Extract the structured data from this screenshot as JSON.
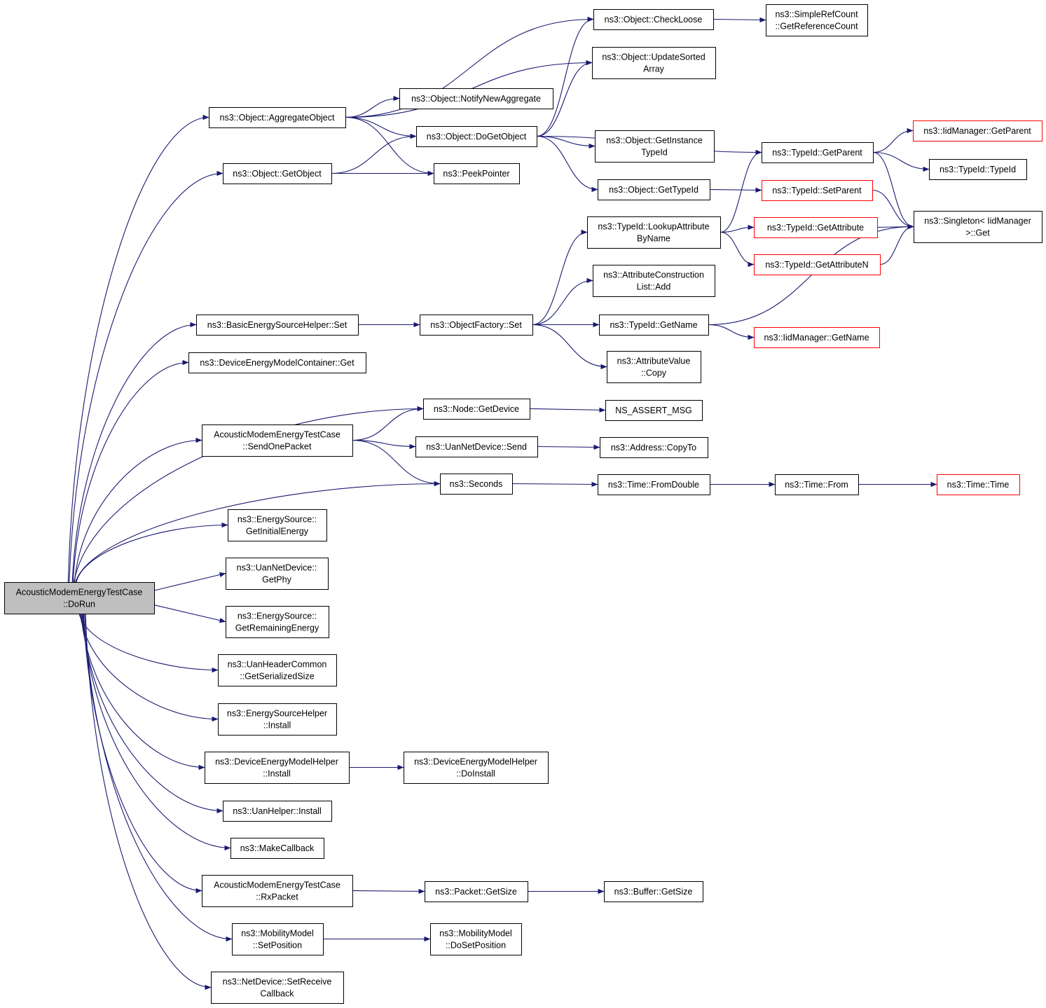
{
  "colors": {
    "edge": "#191970",
    "node_border": "#000000",
    "node_border_truncated": "#ff0000",
    "root_fill": "#bfbfbf",
    "node_fill": "#ffffff"
  },
  "nodes": [
    {
      "id": "root",
      "lines": [
        "AcousticModemEnergyTestCase",
        "::DoRun"
      ],
      "style": "root"
    },
    {
      "id": "aggregate",
      "lines": [
        "ns3::Object::AggregateObject"
      ]
    },
    {
      "id": "getobject",
      "lines": [
        "ns3::Object::GetObject"
      ]
    },
    {
      "id": "bes_set",
      "lines": [
        "ns3::BasicEnergySourceHelper::Set"
      ]
    },
    {
      "id": "demc_get",
      "lines": [
        "ns3::DeviceEnergyModelContainer::Get"
      ]
    },
    {
      "id": "sendone",
      "lines": [
        "AcousticModemEnergyTestCase",
        "::SendOnePacket"
      ]
    },
    {
      "id": "getinit",
      "lines": [
        "ns3::EnergySource::",
        "GetInitialEnergy"
      ]
    },
    {
      "id": "getphy",
      "lines": [
        "ns3::UanNetDevice::",
        "GetPhy"
      ]
    },
    {
      "id": "getrem",
      "lines": [
        "ns3::EnergySource::",
        "GetRemainingEnergy"
      ]
    },
    {
      "id": "uanhdr",
      "lines": [
        "ns3::UanHeaderCommon",
        "::GetSerializedSize"
      ]
    },
    {
      "id": "esh_install",
      "lines": [
        "ns3::EnergySourceHelper",
        "::Install"
      ]
    },
    {
      "id": "demh_install",
      "lines": [
        "ns3::DeviceEnergyModelHelper",
        "::Install"
      ]
    },
    {
      "id": "uanhelper",
      "lines": [
        "ns3::UanHelper::Install"
      ]
    },
    {
      "id": "makecb",
      "lines": [
        "ns3::MakeCallback"
      ]
    },
    {
      "id": "rxpacket",
      "lines": [
        "AcousticModemEnergyTestCase",
        "::RxPacket"
      ]
    },
    {
      "id": "mm_setpos",
      "lines": [
        "ns3::MobilityModel",
        "::SetPosition"
      ]
    },
    {
      "id": "nd_setrecv",
      "lines": [
        "ns3::NetDevice::SetReceive",
        "Callback"
      ]
    },
    {
      "id": "notifynew",
      "lines": [
        "ns3::Object::NotifyNewAggregate"
      ]
    },
    {
      "id": "dogetobject",
      "lines": [
        "ns3::Object::DoGetObject"
      ]
    },
    {
      "id": "peek",
      "lines": [
        "ns3::PeekPointer"
      ]
    },
    {
      "id": "of_set",
      "lines": [
        "ns3::ObjectFactory::Set"
      ]
    },
    {
      "id": "node_getdev",
      "lines": [
        "ns3::Node::GetDevice"
      ]
    },
    {
      "id": "uan_send",
      "lines": [
        "ns3::UanNetDevice::Send"
      ]
    },
    {
      "id": "seconds",
      "lines": [
        "ns3::Seconds"
      ]
    },
    {
      "id": "demh_doinstall",
      "lines": [
        "ns3::DeviceEnergyModelHelper",
        "::DoInstall"
      ]
    },
    {
      "id": "pkt_getsize",
      "lines": [
        "ns3::Packet::GetSize"
      ]
    },
    {
      "id": "mm_dosetpos",
      "lines": [
        "ns3::MobilityModel",
        "::DoSetPosition"
      ]
    },
    {
      "id": "checkloose",
      "lines": [
        "ns3::Object::CheckLoose"
      ]
    },
    {
      "id": "updatesorted",
      "lines": [
        "ns3::Object::UpdateSorted",
        "Array"
      ]
    },
    {
      "id": "getinstance",
      "lines": [
        "ns3::Object::GetInstance",
        "TypeId"
      ]
    },
    {
      "id": "obj_gettypeid",
      "lines": [
        "ns3::Object::GetTypeId"
      ]
    },
    {
      "id": "lookupattr",
      "lines": [
        "ns3::TypeId::LookupAttribute",
        "ByName"
      ]
    },
    {
      "id": "acl_add",
      "lines": [
        "ns3::AttributeConstruction",
        "List::Add"
      ]
    },
    {
      "id": "tid_getname",
      "lines": [
        "ns3::TypeId::GetName"
      ]
    },
    {
      "id": "av_copy",
      "lines": [
        "ns3::AttributeValue",
        "::Copy"
      ]
    },
    {
      "id": "assertmsg",
      "lines": [
        "NS_ASSERT_MSG"
      ]
    },
    {
      "id": "addr_copyto",
      "lines": [
        "ns3::Address::CopyTo"
      ]
    },
    {
      "id": "fromdouble",
      "lines": [
        "ns3::Time::FromDouble"
      ]
    },
    {
      "id": "buf_getsize",
      "lines": [
        "ns3::Buffer::GetSize"
      ]
    },
    {
      "id": "getrefcount",
      "lines": [
        "ns3::SimpleRefCount",
        "::GetReferenceCount"
      ]
    },
    {
      "id": "tid_getparent",
      "lines": [
        "ns3::TypeId::GetParent"
      ]
    },
    {
      "id": "tid_setparent",
      "lines": [
        "ns3::TypeId::SetParent"
      ],
      "style": "truncated"
    },
    {
      "id": "tid_getattr",
      "lines": [
        "ns3::TypeId::GetAttribute"
      ],
      "style": "truncated"
    },
    {
      "id": "tid_getattrn",
      "lines": [
        "ns3::TypeId::GetAttributeN"
      ],
      "style": "truncated"
    },
    {
      "id": "iid_getname",
      "lines": [
        "ns3::IidManager::GetName"
      ],
      "style": "truncated"
    },
    {
      "id": "time_from",
      "lines": [
        "ns3::Time::From"
      ]
    },
    {
      "id": "iid_getparent",
      "lines": [
        "ns3::IidManager::GetParent"
      ],
      "style": "truncated"
    },
    {
      "id": "tid_typeid",
      "lines": [
        "ns3::TypeId::TypeId"
      ]
    },
    {
      "id": "singleton_get",
      "lines": [
        "ns3::Singleton< IidManager",
        " >::Get"
      ]
    },
    {
      "id": "time_time",
      "lines": [
        "ns3::Time::Time"
      ],
      "style": "truncated"
    }
  ],
  "edges": [
    [
      "root",
      "aggregate"
    ],
    [
      "root",
      "getobject"
    ],
    [
      "root",
      "bes_set"
    ],
    [
      "root",
      "demc_get"
    ],
    [
      "root",
      "node_getdev"
    ],
    [
      "root",
      "sendone"
    ],
    [
      "root",
      "seconds"
    ],
    [
      "root",
      "getinit"
    ],
    [
      "root",
      "getphy"
    ],
    [
      "root",
      "getrem"
    ],
    [
      "root",
      "uanhdr"
    ],
    [
      "root",
      "esh_install"
    ],
    [
      "root",
      "demh_install"
    ],
    [
      "root",
      "uanhelper"
    ],
    [
      "root",
      "makecb"
    ],
    [
      "root",
      "rxpacket"
    ],
    [
      "root",
      "mm_setpos"
    ],
    [
      "root",
      "nd_setrecv"
    ],
    [
      "aggregate",
      "checkloose"
    ],
    [
      "aggregate",
      "updatesorted"
    ],
    [
      "aggregate",
      "notifynew"
    ],
    [
      "aggregate",
      "dogetobject"
    ],
    [
      "aggregate",
      "peek"
    ],
    [
      "getobject",
      "dogetobject"
    ],
    [
      "getobject",
      "peek"
    ],
    [
      "dogetobject",
      "checkloose"
    ],
    [
      "dogetobject",
      "updatesorted"
    ],
    [
      "dogetobject",
      "tid_getparent"
    ],
    [
      "dogetobject",
      "getinstance"
    ],
    [
      "dogetobject",
      "obj_gettypeid"
    ],
    [
      "checkloose",
      "getrefcount"
    ],
    [
      "tid_getparent",
      "iid_getparent"
    ],
    [
      "tid_getparent",
      "tid_typeid"
    ],
    [
      "tid_getparent",
      "singleton_get"
    ],
    [
      "obj_gettypeid",
      "tid_setparent"
    ],
    [
      "tid_setparent",
      "singleton_get"
    ],
    [
      "lookupattr",
      "tid_getparent"
    ],
    [
      "lookupattr",
      "tid_getattr"
    ],
    [
      "lookupattr",
      "tid_getattrn"
    ],
    [
      "tid_getattr",
      "singleton_get"
    ],
    [
      "tid_getattrn",
      "singleton_get"
    ],
    [
      "bes_set",
      "of_set"
    ],
    [
      "of_set",
      "lookupattr"
    ],
    [
      "of_set",
      "acl_add"
    ],
    [
      "of_set",
      "tid_getname"
    ],
    [
      "of_set",
      "av_copy"
    ],
    [
      "tid_getname",
      "singleton_get"
    ],
    [
      "tid_getname",
      "iid_getname"
    ],
    [
      "node_getdev",
      "assertmsg"
    ],
    [
      "sendone",
      "node_getdev"
    ],
    [
      "sendone",
      "uan_send"
    ],
    [
      "sendone",
      "seconds"
    ],
    [
      "uan_send",
      "addr_copyto"
    ],
    [
      "seconds",
      "fromdouble"
    ],
    [
      "fromdouble",
      "time_from"
    ],
    [
      "time_from",
      "time_time"
    ],
    [
      "demh_install",
      "demh_doinstall"
    ],
    [
      "rxpacket",
      "pkt_getsize"
    ],
    [
      "pkt_getsize",
      "buf_getsize"
    ],
    [
      "mm_setpos",
      "mm_dosetpos"
    ]
  ]
}
